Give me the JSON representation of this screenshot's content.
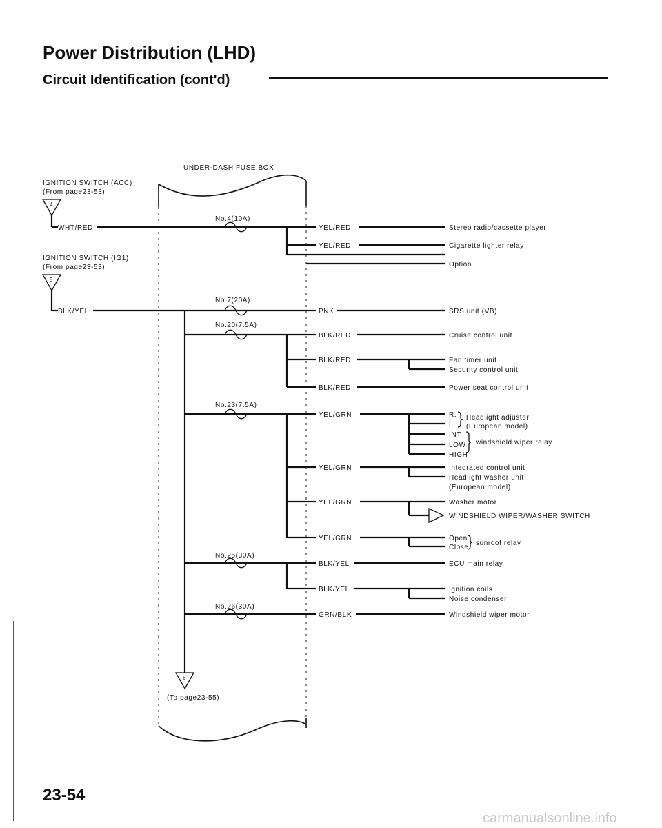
{
  "header": {
    "title": "Power Distribution (LHD)",
    "subtitle": "Circuit Identification (cont'd)"
  },
  "fuse_box": {
    "label": "UNDER-DASH FUSE BOX"
  },
  "sources": [
    {
      "line1": "IGNITION SWITCH (ACC)",
      "line2": "(From page23-53)",
      "connector": "4",
      "wire": "WHT/RED"
    },
    {
      "line1": "IGNITION SWITCH (IG1)",
      "line2": "(From page23-53)",
      "connector": "5",
      "wire": "BLK/YEL"
    }
  ],
  "fuses": [
    "No.4(10A)",
    "No.7(20A)",
    "No.20(7.5A)",
    "No.23(7.5A)",
    "No.25(30A)",
    "No.26(30A)"
  ],
  "outputs": [
    {
      "wire": "YEL/RED",
      "loads": [
        "Stereo radio/cassette player"
      ]
    },
    {
      "wire": "YEL/RED",
      "loads": [
        "Cigarette lighter relay"
      ]
    },
    {
      "wire": "",
      "loads": [
        "Option"
      ]
    },
    {
      "wire": "PNK",
      "loads": [
        "SRS unit (VB)"
      ]
    },
    {
      "wire": "BLK/RED",
      "loads": [
        "Cruise control unit"
      ]
    },
    {
      "wire": "BLK/RED",
      "loads": [
        "Fan timer unit",
        "Security control unit"
      ]
    },
    {
      "wire": "BLK/RED",
      "loads": [
        "Power seat control unit"
      ]
    },
    {
      "wire": "YEL/GRN",
      "loads": [
        "R.",
        "L.",
        "INT",
        "LOW",
        "HIGH"
      ],
      "brace_labels": [
        "Headlight adjuster",
        "(European model)",
        "windshield wiper relay"
      ]
    },
    {
      "wire": "YEL/GRN",
      "loads": [
        "Integrated control unit",
        "Headlight washer unit",
        "(European model)"
      ]
    },
    {
      "wire": "YEL/GRN",
      "loads": [
        "Washer motor",
        "WINDSHIELD WIPER/WASHER SWITCH"
      ]
    },
    {
      "wire": "YEL/GRN",
      "loads": [
        "Open",
        "Close"
      ],
      "brace_labels": [
        "sunroof relay"
      ]
    },
    {
      "wire": "BLK/YEL",
      "loads": [
        "ECU main relay"
      ]
    },
    {
      "wire": "BLK/YEL",
      "loads": [
        "Ignition coils",
        "Noise condenser"
      ]
    },
    {
      "wire": "GRN/BLK",
      "loads": [
        "Windshield wiper motor"
      ]
    }
  ],
  "continuation": {
    "connector": "6",
    "label": "(To page23-55)"
  },
  "footer": {
    "page_number": "23-54",
    "watermark": "carmanualsonline.info"
  }
}
